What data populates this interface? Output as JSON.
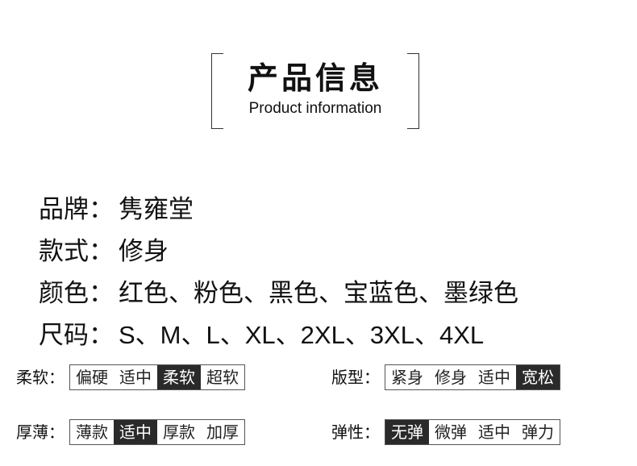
{
  "header": {
    "title": "产品信息",
    "subtitle": "Product information"
  },
  "specs": [
    {
      "label": "品牌：",
      "value": "隽雍堂"
    },
    {
      "label": "款式：",
      "value": "修身"
    },
    {
      "label": "颜色：",
      "value": "红色、粉色、黑色、宝蓝色、墨绿色"
    },
    {
      "label": "尺码：",
      "value": "S、M、L、XL、2XL、3XL、4XL"
    }
  ],
  "attributes": [
    {
      "label": "柔软：",
      "options": [
        "偏硬",
        "适中",
        "柔软",
        "超软"
      ],
      "selected": "柔软"
    },
    {
      "label": "版型：",
      "options": [
        "紧身",
        "修身",
        "适中",
        "宽松"
      ],
      "selected": "宽松"
    },
    {
      "label": "厚薄：",
      "options": [
        "薄款",
        "适中",
        "厚款",
        "加厚"
      ],
      "selected": "适中"
    },
    {
      "label": "弹性：",
      "options": [
        "无弹",
        "微弹",
        "适中",
        "弹力"
      ],
      "selected": "无弹"
    }
  ],
  "colors": {
    "selected_bg": "#2a2a2a",
    "text": "#111111"
  }
}
